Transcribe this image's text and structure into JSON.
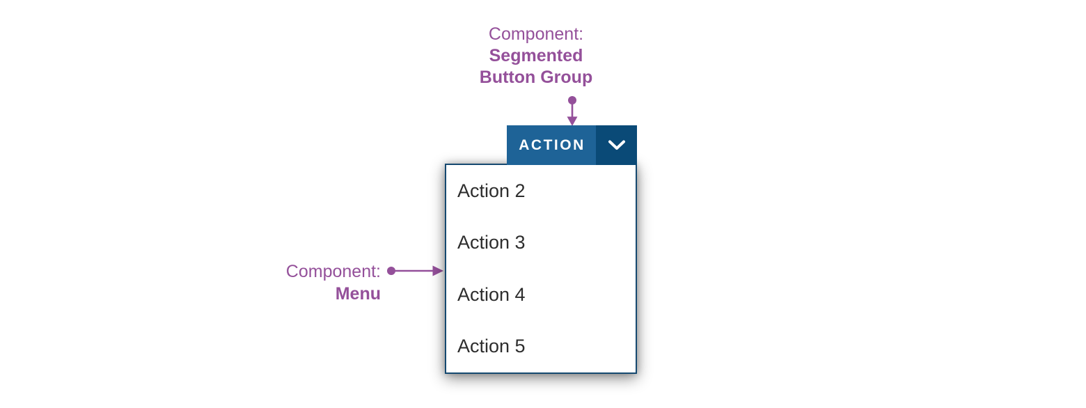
{
  "colors": {
    "annotation_purple": "#94509A",
    "button_primary_bg": "#1E6397",
    "button_arrow_bg": "#0A4A77",
    "button_divider": "#11486E",
    "button_text": "#FFFFFF",
    "menu_border": "#154970",
    "menu_bg": "#FFFFFF",
    "menu_item_text": "#2D2D2D",
    "page_bg": "#FFFFFF"
  },
  "annotations": {
    "top": {
      "line1": "Component:",
      "line2": "Segmented",
      "line3": "Button Group"
    },
    "left": {
      "line1": "Component:",
      "line2": "Menu"
    }
  },
  "segmented_button": {
    "label": "ACTION",
    "toggle_icon": "chevron-down-icon"
  },
  "menu": {
    "items": [
      "Action 2",
      "Action 3",
      "Action 4",
      "Action 5"
    ]
  }
}
